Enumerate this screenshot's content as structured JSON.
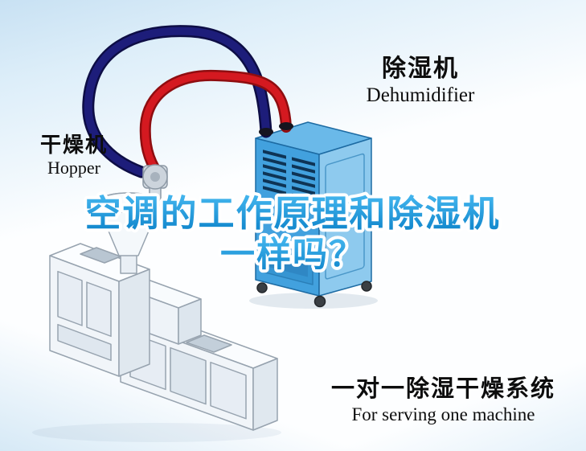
{
  "labels": {
    "dryer": {
      "cn": "干燥机",
      "en": "Hopper"
    },
    "dehumidifier": {
      "cn": "除湿机",
      "en": "Dehumidifier"
    }
  },
  "headline": {
    "line1": "空调的工作原理和除湿机",
    "line2": "一样吗？"
  },
  "caption": {
    "cn": "一对一除湿干燥系统",
    "en": "For serving one machine"
  },
  "colors": {
    "headline_blue_top": "#46b8f0",
    "headline_blue_bottom": "#0c82c9",
    "pipe_red": "#d41920",
    "pipe_navy": "#1d1d7a",
    "machine_blue_front": "#42a1de",
    "machine_blue_side": "#8ecaee",
    "machine_blue_top": "#6ab9e9",
    "background_blue": "#c8e1f3"
  },
  "illustration": {
    "icons": [
      "dehumidifier-machine",
      "extruder-machine",
      "hopper-funnel",
      "hopper-loader",
      "dry-air-pipe-red",
      "return-air-pipe-navy"
    ]
  }
}
